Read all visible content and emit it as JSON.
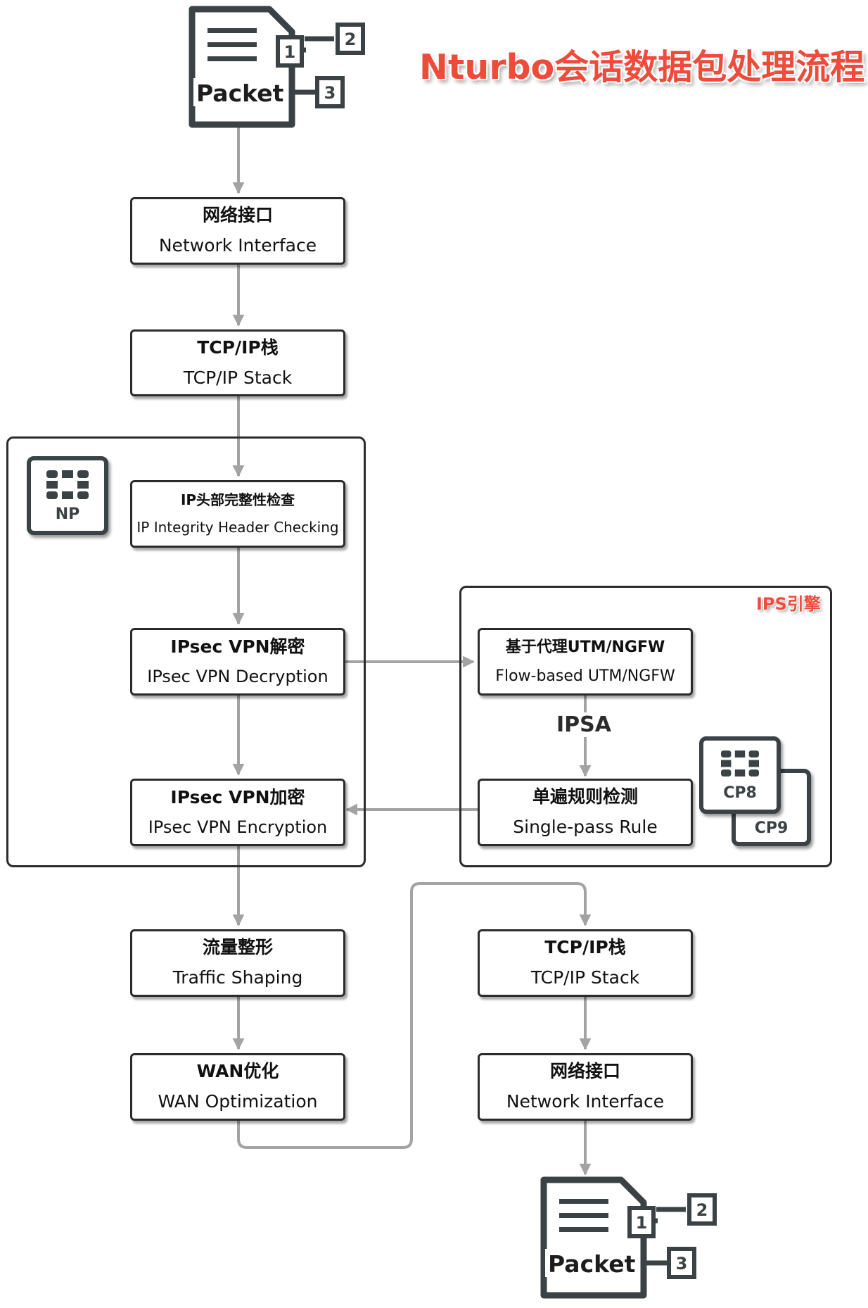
{
  "title": "Nturbo会话数据包处理流程",
  "packet_label": "Packet",
  "packet_tags": [
    "1",
    "2",
    "3"
  ],
  "nodes": {
    "net_in": {
      "zh": "网络接口",
      "en": "Network Interface"
    },
    "tcp_in": {
      "zh": "TCP/IP栈",
      "en": "TCP/IP Stack"
    },
    "ip_check": {
      "zh": "IP头部完整性检查",
      "en": "IP Integrity Header Checking"
    },
    "ipsec_dec": {
      "zh": "IPsec VPN解密",
      "en": "IPsec VPN Decryption"
    },
    "ipsec_enc": {
      "zh": "IPsec VPN加密",
      "en": "IPsec VPN Encryption"
    },
    "utm": {
      "zh": "基于代理UTM/NGFW",
      "en": "Flow-based UTM/NGFW"
    },
    "single_pass": {
      "zh": "单遍规则检测",
      "en": "Single-pass Rule"
    },
    "traffic": {
      "zh": "流量整形",
      "en": "Traffic Shaping"
    },
    "wan": {
      "zh": "WAN优化",
      "en": "WAN Optimization"
    },
    "tcp_out": {
      "zh": "TCP/IP栈",
      "en": "TCP/IP Stack"
    },
    "net_out": {
      "zh": "网络接口",
      "en": "Network Interface"
    }
  },
  "groups": {
    "np_badge": "NP",
    "ips_engine": "IPS引擎",
    "cp8_badge": "CP8",
    "cp9_badge": "CP9"
  },
  "edge_label": "IPSA",
  "colors": {
    "title": "#ee4b3a",
    "border": "#2b2b2b",
    "arrow": "#a3a3a3",
    "icon": "#3b4245"
  }
}
